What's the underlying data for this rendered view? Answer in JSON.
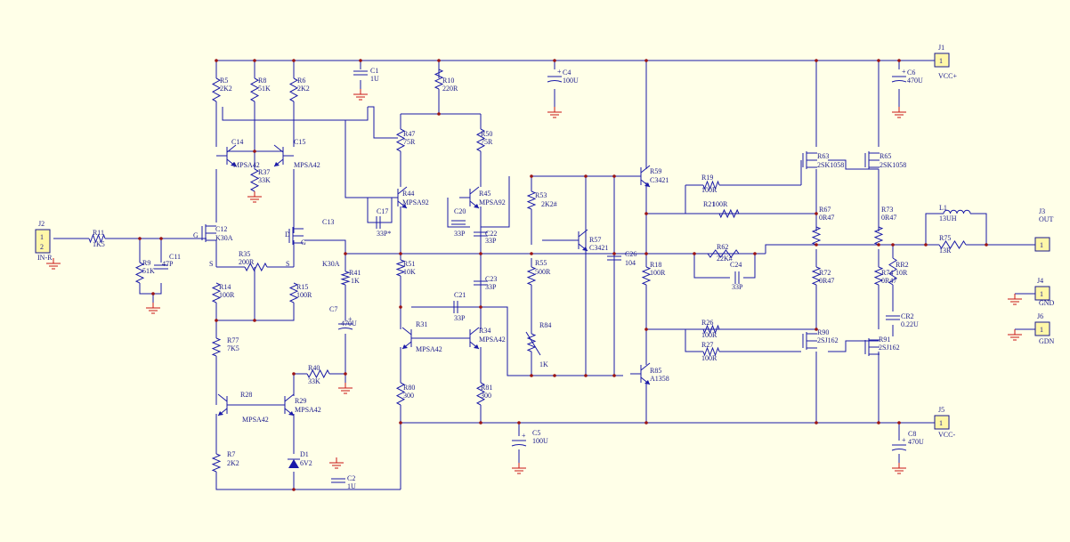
{
  "colors": {
    "background": "#FFFFE8",
    "wire": "#1a1aa8",
    "ground": "#c81414",
    "junction": "#9b1414",
    "connector_fill": "#fff7a8"
  },
  "connectors": [
    {
      "ref": "J1",
      "pins": [
        "1"
      ],
      "net": "VCC+"
    },
    {
      "ref": "J2",
      "pins": [
        "1",
        "2"
      ],
      "net": "IN-R"
    },
    {
      "ref": "J3",
      "pins": [
        "1"
      ],
      "net": "OUT"
    },
    {
      "ref": "J4",
      "pins": [
        "1"
      ],
      "net": "GND"
    },
    {
      "ref": "J5",
      "pins": [
        "1"
      ],
      "net": "VCC-"
    },
    {
      "ref": "J6",
      "pins": [
        "1"
      ],
      "net": "GDN"
    }
  ],
  "components": [
    {
      "ref": "R5",
      "value": "2K2"
    },
    {
      "ref": "R8",
      "value": "51K"
    },
    {
      "ref": "R6",
      "value": "2K2"
    },
    {
      "ref": "C1",
      "value": "1U"
    },
    {
      "ref": "R10",
      "value": "220R"
    },
    {
      "ref": "C4",
      "value": "100U"
    },
    {
      "ref": "C6",
      "value": "470U"
    },
    {
      "ref": "C14",
      "value": "MPSA42"
    },
    {
      "ref": "C15",
      "value": "MPSA42"
    },
    {
      "ref": "R37",
      "value": "33K"
    },
    {
      "ref": "R47",
      "value": "75R"
    },
    {
      "ref": "R50",
      "value": "75R"
    },
    {
      "ref": "R59",
      "value": "C3421"
    },
    {
      "ref": "R63",
      "value": "2SK1058"
    },
    {
      "ref": "R65",
      "value": "2SK1058"
    },
    {
      "ref": "R19",
      "value": "100R"
    },
    {
      "ref": "R21",
      "value": "100R"
    },
    {
      "ref": "R44",
      "value": "MPSA92"
    },
    {
      "ref": "R45",
      "value": "MPSA92"
    },
    {
      "ref": "C17",
      "value": "33P*"
    },
    {
      "ref": "C20",
      "value": "33P"
    },
    {
      "ref": "C22",
      "value": "33P"
    },
    {
      "ref": "R53",
      "value": "2K2#"
    },
    {
      "ref": "R67",
      "value": "0R47"
    },
    {
      "ref": "R73",
      "value": "0R47"
    },
    {
      "ref": "L1",
      "value": "13UH"
    },
    {
      "ref": "R75",
      "value": "13R"
    },
    {
      "ref": "R11",
      "value": "1K5"
    },
    {
      "ref": "C12",
      "value": "K30A"
    },
    {
      "ref": "C13",
      "value": "K30A"
    },
    {
      "ref": "R9",
      "value": "51K"
    },
    {
      "ref": "C11",
      "value": "47P"
    },
    {
      "ref": "R35",
      "value": "200R"
    },
    {
      "ref": "R14",
      "value": "100R"
    },
    {
      "ref": "R15",
      "value": "100R"
    },
    {
      "ref": "R41",
      "value": "1K"
    },
    {
      "ref": "C7",
      "value": "470U"
    },
    {
      "ref": "R51",
      "value": "10K"
    },
    {
      "ref": "C23",
      "value": "33P"
    },
    {
      "ref": "R55",
      "value": "500R"
    },
    {
      "ref": "R57",
      "value": "C3421"
    },
    {
      "ref": "C26",
      "value": "104"
    },
    {
      "ref": "R18",
      "value": "100R"
    },
    {
      "ref": "R62",
      "value": "22K#"
    },
    {
      "ref": "C24",
      "value": "33P"
    },
    {
      "ref": "R72",
      "value": "0R47"
    },
    {
      "ref": "R74",
      "value": "0R47"
    },
    {
      "ref": "RR2",
      "value": "10R"
    },
    {
      "ref": "CR2",
      "value": "0.22U"
    },
    {
      "ref": "C21",
      "value": "33P"
    },
    {
      "ref": "R31",
      "value": "MPSA42"
    },
    {
      "ref": "R34",
      "value": "MPSA42"
    },
    {
      "ref": "R84",
      "value": "1K"
    },
    {
      "ref": "R26",
      "value": "100R"
    },
    {
      "ref": "R27",
      "value": "100R"
    },
    {
      "ref": "R90",
      "value": "2SJ162"
    },
    {
      "ref": "R91",
      "value": "2SJ162"
    },
    {
      "ref": "R77",
      "value": "7K5"
    },
    {
      "ref": "R40",
      "value": "33K"
    },
    {
      "ref": "R28",
      "value": "MPSA42"
    },
    {
      "ref": "R29",
      "value": "MPSA42"
    },
    {
      "ref": "R80",
      "value": "300"
    },
    {
      "ref": "R81",
      "value": "300"
    },
    {
      "ref": "R85",
      "value": "A1358"
    },
    {
      "ref": "R7",
      "value": "2K2"
    },
    {
      "ref": "D1",
      "value": "6V2"
    },
    {
      "ref": "C2",
      "value": "1U"
    },
    {
      "ref": "C5",
      "value": "100U"
    },
    {
      "ref": "C8",
      "value": "470U"
    }
  ],
  "pin_labels": [
    "G",
    "D",
    "G",
    "S",
    "S"
  ]
}
